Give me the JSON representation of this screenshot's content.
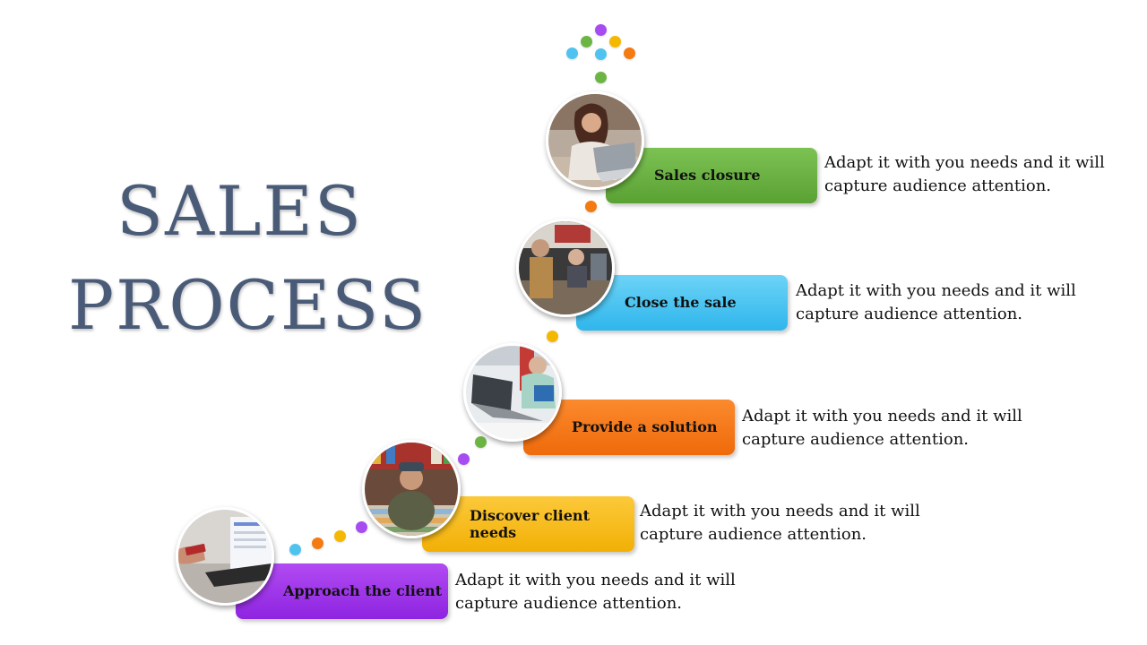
{
  "title": {
    "line1": "SALES",
    "line2": "PROCESS"
  },
  "description_text": "Adapt it with you needs and it will capture audience attention.",
  "steps": [
    {
      "label": "Approach the client",
      "color_top": "#b14bf2",
      "color_bottom": "#8e24e0",
      "photo": "card-payment-photo-icon"
    },
    {
      "label": "Discover client needs",
      "color_top": "#fcc93a",
      "color_bottom": "#f2b006",
      "photo": "market-vendor-photo-icon"
    },
    {
      "label": "Provide a solution",
      "color_top": "#fb8a2e",
      "color_bottom": "#ef6a0a",
      "photo": "laptop-work-photo-icon"
    },
    {
      "label": "Close the sale",
      "color_top": "#6dd3f6",
      "color_bottom": "#2fb6ec",
      "photo": "cafe-counter-photo-icon"
    },
    {
      "label": "Sales closure",
      "color_top": "#7cc253",
      "color_bottom": "#5aa134",
      "photo": "woman-laptop-photo-icon"
    }
  ],
  "dot_colors": {
    "purple": "#a64cf0",
    "yellow": "#f5b800",
    "orange": "#f47a12",
    "blue": "#4fc3f0",
    "green": "#6cb545"
  }
}
